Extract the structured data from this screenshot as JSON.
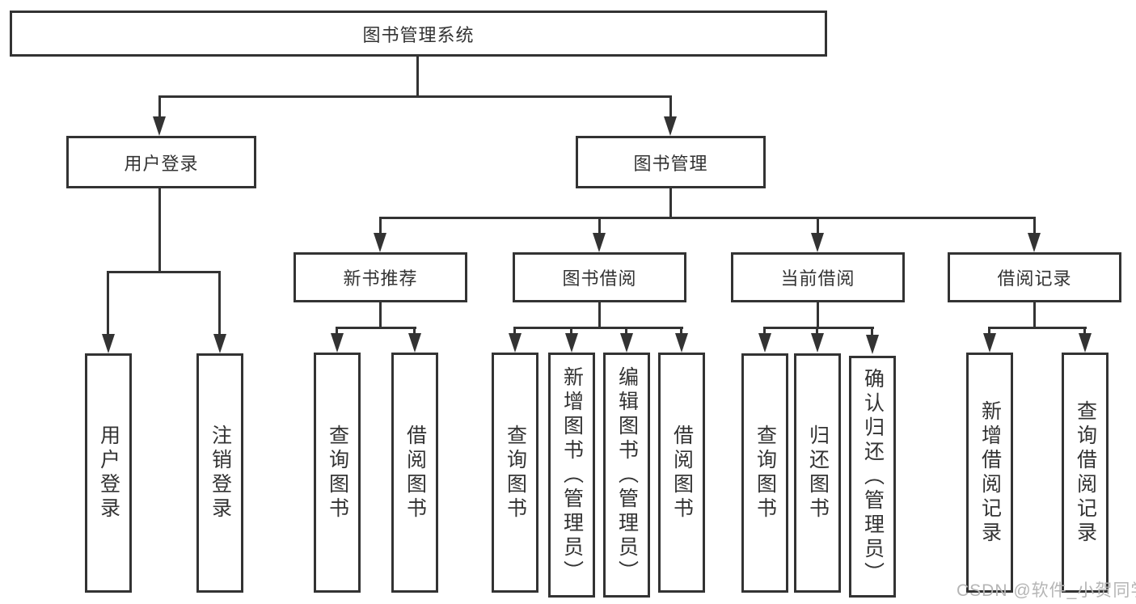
{
  "tree": {
    "root": {
      "label": "图书管理系统"
    },
    "branches": [
      {
        "label": "用户登录",
        "children": [
          {
            "label": "用户登录"
          },
          {
            "label": "注销登录"
          }
        ]
      },
      {
        "label": "图书管理",
        "children": [
          {
            "label": "新书推荐",
            "children": [
              {
                "label": "查询图书"
              },
              {
                "label": "借阅图书"
              }
            ]
          },
          {
            "label": "图书借阅",
            "children": [
              {
                "label": "查询图书"
              },
              {
                "label": "新增图书（管理员）"
              },
              {
                "label": "编辑图书（管理员）"
              },
              {
                "label": "借阅图书"
              }
            ]
          },
          {
            "label": "当前借阅",
            "children": [
              {
                "label": "查询图书"
              },
              {
                "label": "归还图书"
              },
              {
                "label": "确认归还（管理员）"
              }
            ]
          },
          {
            "label": "借阅记录",
            "children": [
              {
                "label": "新增借阅记录"
              },
              {
                "label": "查询借阅记录"
              }
            ]
          }
        ]
      }
    ]
  },
  "watermark": "CSDN @软件_小贺同学",
  "colors": {
    "line": "#333333",
    "box_border": "#333333",
    "text": "#333333",
    "watermark": "#b5b5b5",
    "background": "#ffffff"
  }
}
